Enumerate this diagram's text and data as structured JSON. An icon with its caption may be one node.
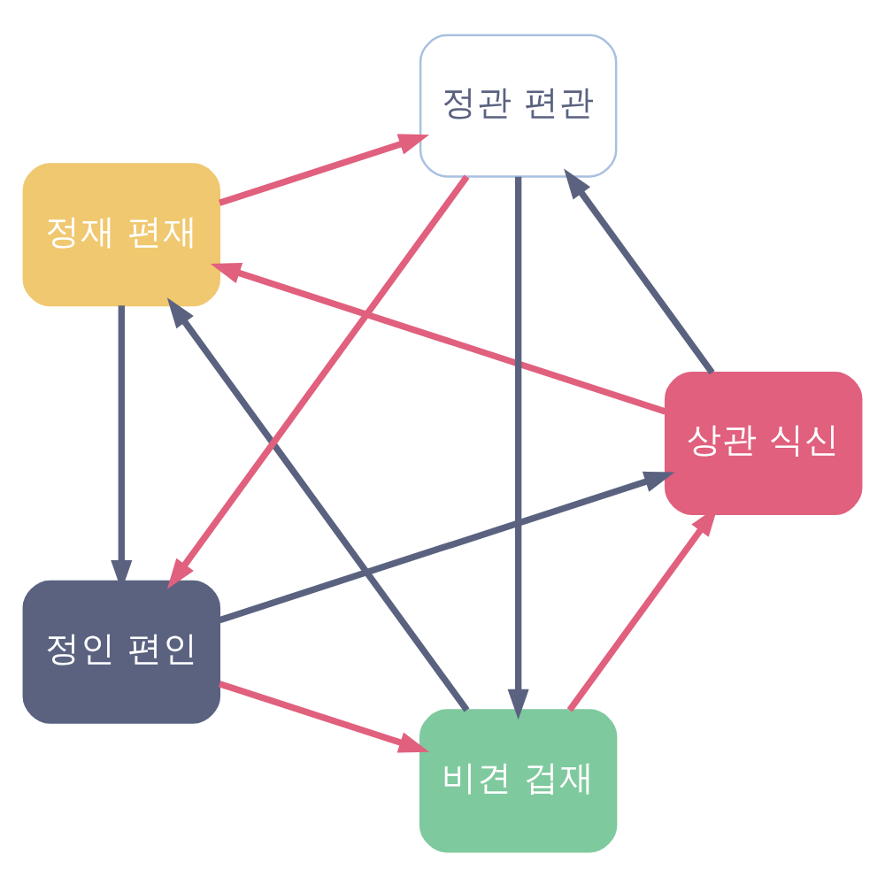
{
  "diagram": {
    "nodes": [
      {
        "text": [
          "비견 겁재"
        ]
      },
      {
        "text": [
          "상관 식신"
        ]
      },
      {
        "text": [
          "정재 편재"
        ]
      },
      {
        "text": [
          "정관 편관"
        ]
      },
      {
        "text": [
          "정인 편인"
        ]
      }
    ],
    "edges": [
      {
        "from": 0,
        "to": 1,
        "arrow": "to"
      },
      {
        "from": 1,
        "to": 2,
        "arrow": "to"
      },
      {
        "from": 2,
        "to": 3,
        "arrow": "to"
      },
      {
        "from": 3,
        "to": 4,
        "arrow": "to"
      },
      {
        "from": 4,
        "to": 0,
        "arrow": "to"
      },
      {
        "from": 4,
        "to": 1,
        "arrow": "to",
        "color": "#5a6280"
      },
      {
        "from": 0,
        "to": 2,
        "arrow": "to",
        "color": "#5a6280"
      },
      {
        "from": 1,
        "to": 3,
        "arrow": "to",
        "color": "#5a6280"
      },
      {
        "from": 3,
        "to": 0,
        "arrow": "to",
        "color": "#5a6280"
      },
      {
        "from": 2,
        "to": 4,
        "arrow": "to",
        "color": "#5a6280"
      }
    ]
  }
}
